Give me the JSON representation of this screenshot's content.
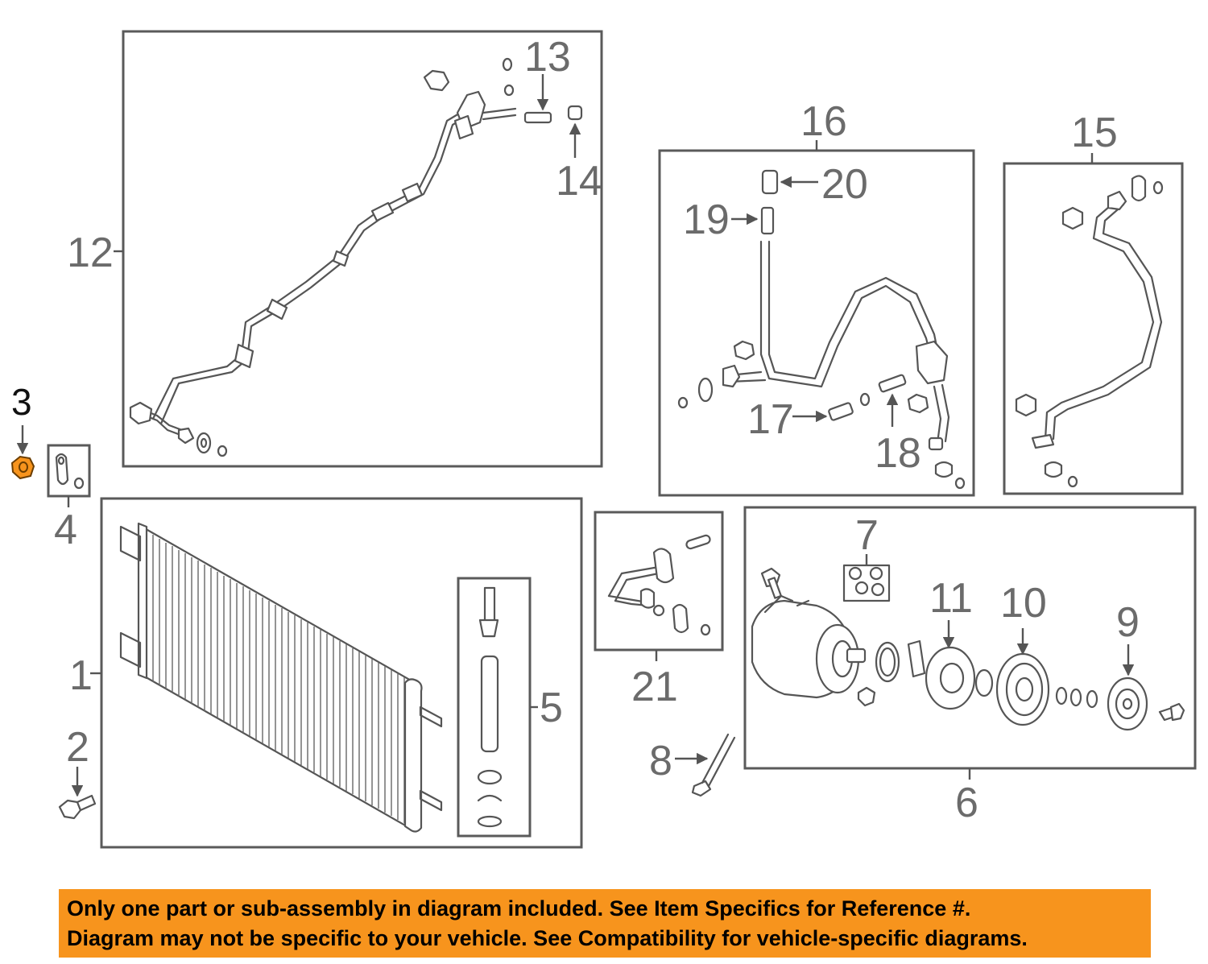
{
  "colors": {
    "highlight": "#f7941d",
    "banner_background": "#f7941d",
    "line_art": "#555555",
    "callout_text": "#6b6b6b"
  },
  "callouts": {
    "c1": "1",
    "c2": "2",
    "c3": "3",
    "c4": "4",
    "c5": "5",
    "c6": "6",
    "c7": "7",
    "c8": "8",
    "c9": "9",
    "c10": "10",
    "c11": "11",
    "c12": "12",
    "c13": "13",
    "c14": "14",
    "c15": "15",
    "c16": "16",
    "c17": "17",
    "c18": "18",
    "c19": "19",
    "c20": "20",
    "c21": "21"
  },
  "highlighted_part": "3",
  "banner": {
    "line1": "Only one part or sub-assembly in diagram included. See Item Specifics for Reference #.",
    "line2": "Diagram may not be specific to your vehicle. See Compatibility for vehicle-specific diagrams."
  }
}
